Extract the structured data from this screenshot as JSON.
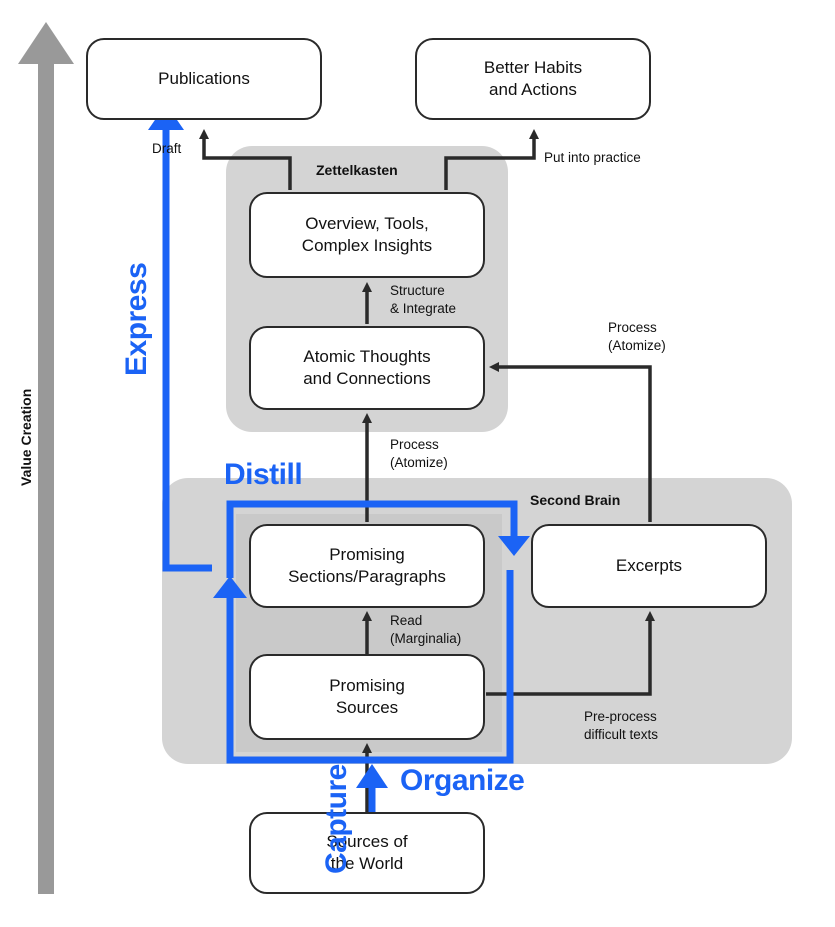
{
  "axis": {
    "label": "Value Creation"
  },
  "regions": {
    "zettelkasten": "Zettelkasten",
    "second_brain": "Second Brain"
  },
  "nodes": {
    "publications": "Publications",
    "habits": "Better Habits\nand Actions",
    "overview": "Overview, Tools,\nComplex Insights",
    "atomic": "Atomic Thoughts\nand Connections",
    "sections": "Promising\nSections/Paragraphs",
    "excerpts": "Excerpts",
    "sources": "Promising\nSources",
    "world": "Sources of\nthe World"
  },
  "edge_labels": {
    "draft": "Draft",
    "practice": "Put into practice",
    "structure": "Structure\n& Integrate",
    "process_right": "Process\n(Atomize)",
    "process_center": "Process\n(Atomize)",
    "read": "Read\n(Marginalia)",
    "preprocess": "Pre-process\ndifficult texts"
  },
  "stages": {
    "capture": "Capture",
    "organize": "Organize",
    "distill": "Distill",
    "express": "Express"
  },
  "colors": {
    "accent_blue": "#1b63f5",
    "region_gray": "#d4d4d4",
    "axis_gray": "#999999",
    "line_dark": "#2a2a2a"
  }
}
